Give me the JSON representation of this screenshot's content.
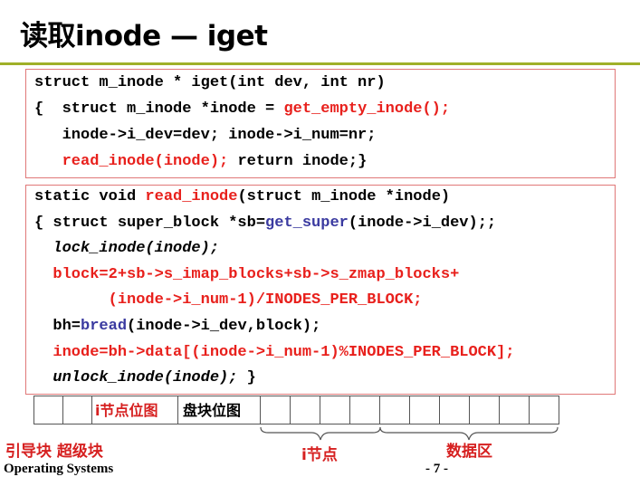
{
  "title": "读取inode — iget",
  "code_box1": [
    [
      {
        "t": "struct m_inode * iget(int dev, int nr)",
        "c": ""
      }
    ],
    [
      {
        "t": "{  struct m_inode *inode = ",
        "c": ""
      },
      {
        "t": "get_empty_inode();",
        "c": "r"
      }
    ],
    [
      {
        "t": "   inode->i_dev=dev; inode->i_num=nr;",
        "c": ""
      }
    ],
    [
      {
        "t": "   ",
        "c": ""
      },
      {
        "t": "read_inode(inode);",
        "c": "r"
      },
      {
        "t": " return inode;}",
        "c": ""
      }
    ]
  ],
  "code_box2": [
    [
      {
        "t": "static void ",
        "c": ""
      },
      {
        "t": "read_inode",
        "c": "r"
      },
      {
        "t": "(struct m_inode *inode)",
        "c": ""
      }
    ],
    [
      {
        "t": "{ struct super_block *sb=",
        "c": ""
      },
      {
        "t": "get_super",
        "c": "b"
      },
      {
        "t": "(inode->i_dev);;",
        "c": ""
      }
    ],
    [
      {
        "t": "  ",
        "c": ""
      },
      {
        "t": "lock_inode(inode);",
        "c": "i"
      }
    ],
    [
      {
        "t": "  block=2+sb->s_imap_blocks+sb->s_zmap_blocks+",
        "c": "r"
      }
    ],
    [
      {
        "t": "        (inode->i_num-1)/INODES_PER_BLOCK;",
        "c": "r"
      }
    ],
    [
      {
        "t": "  bh=",
        "c": ""
      },
      {
        "t": "bread",
        "c": "b"
      },
      {
        "t": "(inode->i_dev,block);",
        "c": ""
      }
    ],
    [
      {
        "t": "  inode=bh->data[(inode->i_num-1)%INODES_PER_BLOCK];",
        "c": "r"
      }
    ],
    [
      {
        "t": "  ",
        "c": ""
      },
      {
        "t": "unlock_inode(inode);",
        "c": "i"
      },
      {
        "t": " }",
        "c": ""
      }
    ]
  ],
  "disk_layout": {
    "inode_bitmap_label_prefix": "i",
    "inode_bitmap_label_rest": "节点位图",
    "zone_bitmap_label": "盘块位图",
    "boot_super_label": "引导块 超级块",
    "inode_area_label": "i节点",
    "data_area_label": "数据区"
  },
  "footer": {
    "course": "Operating Systems",
    "page": "- 7 -"
  }
}
